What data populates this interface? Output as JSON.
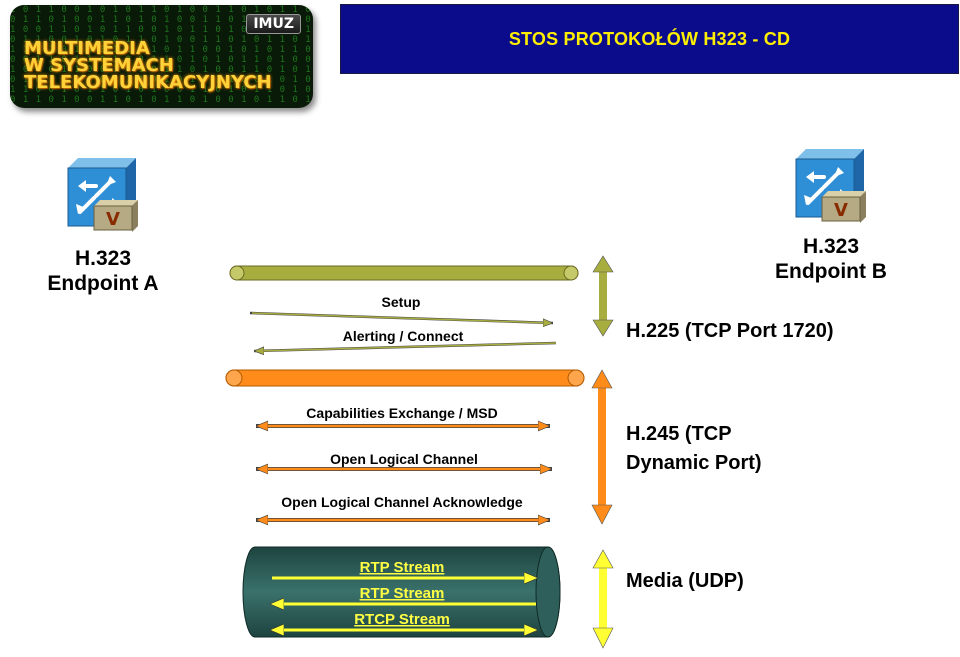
{
  "logo": {
    "text_lines": [
      "MULTIMEDIA",
      "W SYSTEMACH",
      "TELEKOMUNIKACYJNYCH"
    ],
    "badge": "IMUZ"
  },
  "header": {
    "title": "STOS PROTOKOŁÓW H323 - CD",
    "bg": "#0b0c8c",
    "color": "#ffee00"
  },
  "endpoints": {
    "a": {
      "line1": "H.323",
      "line2": "Endpoint A",
      "icon": "router-voice-icon"
    },
    "b": {
      "line1": "H.323",
      "line2": "Endpoint B",
      "icon": "router-voice-icon"
    }
  },
  "layers": {
    "h225": {
      "label": "H.225 (TCP Port 1720)",
      "color": "#a8ad40",
      "messages": [
        "Setup",
        "Alerting / Connect"
      ]
    },
    "h245": {
      "label_line1": "H.245 (TCP",
      "label_line2": "Dynamic Port)",
      "color": "#ff8c1a",
      "messages": [
        "Capabilities Exchange / MSD",
        "Open Logical Channel",
        "Open Logical Channel Acknowledge"
      ]
    },
    "media": {
      "label": "Media (UDP)",
      "color": "#2f5f5a",
      "streams": [
        "RTP Stream",
        "RTP Stream",
        "RTCP Stream"
      ]
    }
  },
  "router_badge": "V"
}
